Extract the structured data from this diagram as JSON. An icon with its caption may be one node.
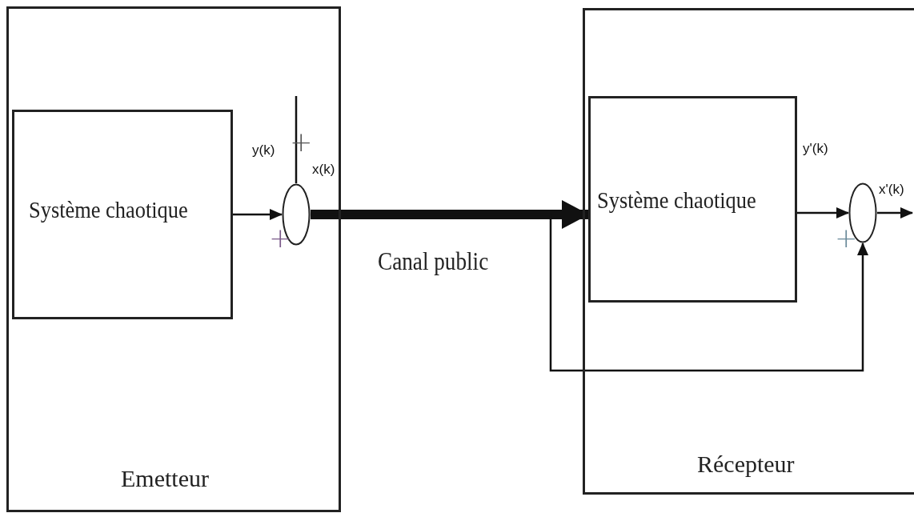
{
  "diagram": {
    "nodes": [
      {
        "text": [
          "Emetteur"
        ]
      },
      {
        "text": [
          "Système chaotique"
        ],
        "in": 0
      },
      {
        "text": [],
        "shape": "circle",
        "in": 0
      },
      {
        "text": [
          "Récepteur"
        ]
      },
      {
        "text": [
          "Système chaotique"
        ],
        "in": 3
      },
      {
        "text": [],
        "shape": "circle",
        "in": 3
      }
    ],
    "edges": [
      {
        "from": 1,
        "to": 2,
        "arrow": "to"
      },
      {
        "from": 2,
        "to": 4,
        "arrow": "to",
        "label": "Canal public",
        "style": "thick"
      },
      {
        "from": 2,
        "to": 5,
        "arrow": "to"
      },
      {
        "from": null,
        "to": 2,
        "arrow": "none"
      },
      {
        "from": 4,
        "to": 5,
        "arrow": "to"
      },
      {
        "from": 5,
        "to": null,
        "arrow": "to"
      }
    ],
    "labels": [
      "y(k)",
      "+",
      "x(k)",
      "+",
      "y'(k)",
      "x'(k)",
      "+"
    ]
  }
}
